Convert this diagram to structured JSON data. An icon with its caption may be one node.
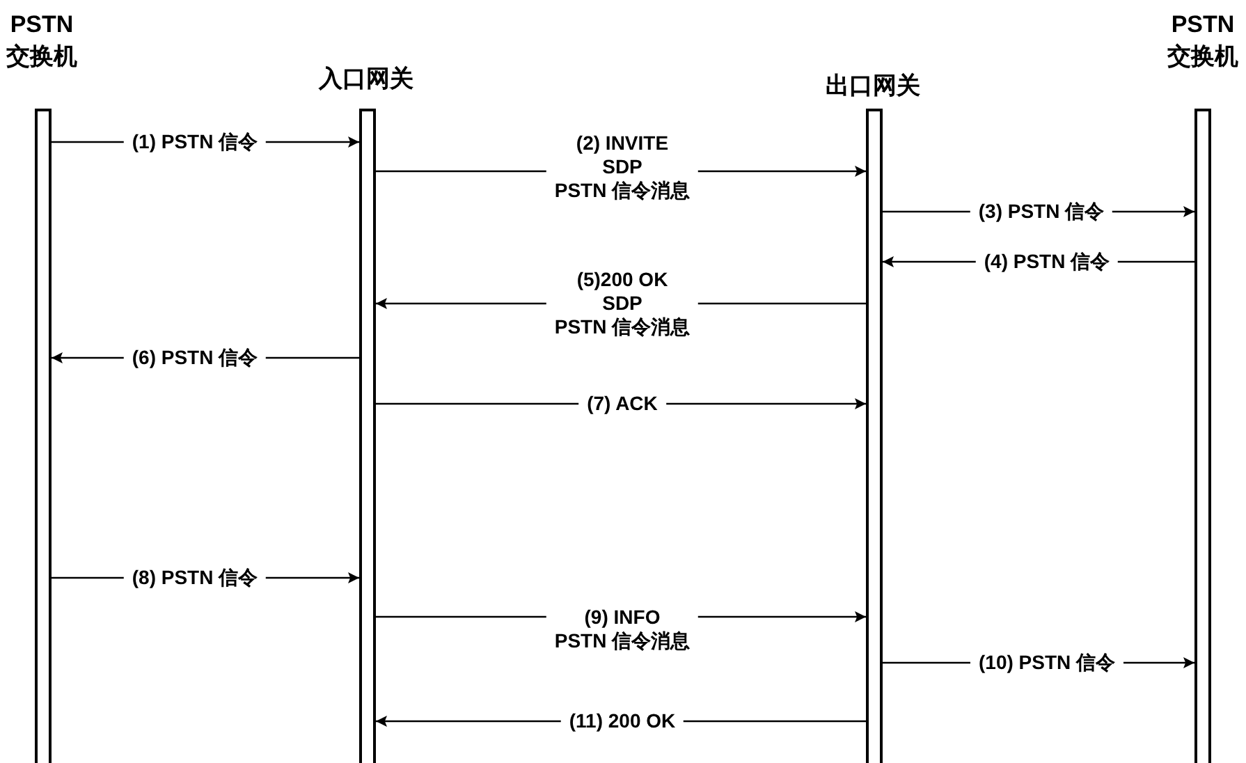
{
  "diagram": {
    "nodes": [
      {
        "text": [
          "PSTN 交换机"
        ]
      },
      {
        "text": [
          "入口网关"
        ]
      },
      {
        "text": [
          "出口网关"
        ]
      },
      {
        "text": [
          "PSTN 交换机"
        ]
      }
    ],
    "edges": [
      {
        "from": 0,
        "to": 1,
        "arrow": "to",
        "label": "(1) PSTN 信令"
      },
      {
        "from": 1,
        "to": 2,
        "arrow": "to",
        "label": "(2) INVITE SDP PSTN 信令消息"
      },
      {
        "from": 2,
        "to": 3,
        "arrow": "to",
        "label": "(3) PSTN 信令"
      },
      {
        "from": 3,
        "to": 2,
        "arrow": "to",
        "label": "(4) PSTN 信令"
      },
      {
        "from": 2,
        "to": 1,
        "arrow": "to",
        "label": "(5)200 OK SDP PSTN 信令消息"
      },
      {
        "from": 1,
        "to": 0,
        "arrow": "to",
        "label": "(6) PSTN 信令"
      },
      {
        "from": 1,
        "to": 2,
        "arrow": "to",
        "label": "(7) ACK"
      },
      {
        "from": 0,
        "to": 1,
        "arrow": "to",
        "label": "(8) PSTN 信令"
      },
      {
        "from": 1,
        "to": 2,
        "arrow": "to",
        "label": "(9) INFO PSTN 信令消息"
      },
      {
        "from": 2,
        "to": 3,
        "arrow": "to",
        "label": "(10) PSTN 信令"
      },
      {
        "from": 2,
        "to": 1,
        "arrow": "to",
        "label": "(11) 200 OK"
      }
    ]
  }
}
